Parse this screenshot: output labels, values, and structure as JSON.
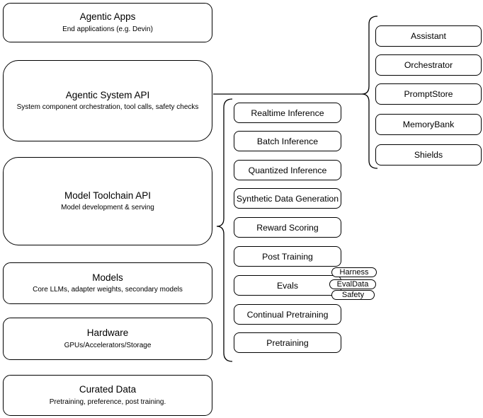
{
  "diagram": {
    "left_column": [
      {
        "title": "Agentic Apps",
        "subtitle": "End applications (e.g. Devin)"
      },
      {
        "title": "Agentic System API",
        "subtitle": "System component orchestration, tool calls, safety checks"
      },
      {
        "title": "Model Toolchain API",
        "subtitle": "Model development & serving"
      },
      {
        "title": "Models",
        "subtitle": "Core LLMs, adapter weights, secondary models"
      },
      {
        "title": "Hardware",
        "subtitle": "GPUs/Accelerators/Storage"
      },
      {
        "title": "Curated Data",
        "subtitle": "Pretraining, preference, post training."
      }
    ],
    "middle_column": [
      "Realtime Inference",
      "Batch Inference",
      "Quantized Inference",
      "Synthetic Data Generation",
      "Reward Scoring",
      "Post Training",
      "Evals",
      "Continual Pretraining",
      "Pretraining"
    ],
    "eval_tags": [
      "Harness",
      "EvalData",
      "Safety"
    ],
    "right_column": [
      "Assistant",
      "Orchestrator",
      "PromptStore",
      "MemoryBank",
      "Shields"
    ],
    "colors": {
      "stroke": "#000000",
      "fill": "#ffffff",
      "background": "#ffffff"
    }
  }
}
